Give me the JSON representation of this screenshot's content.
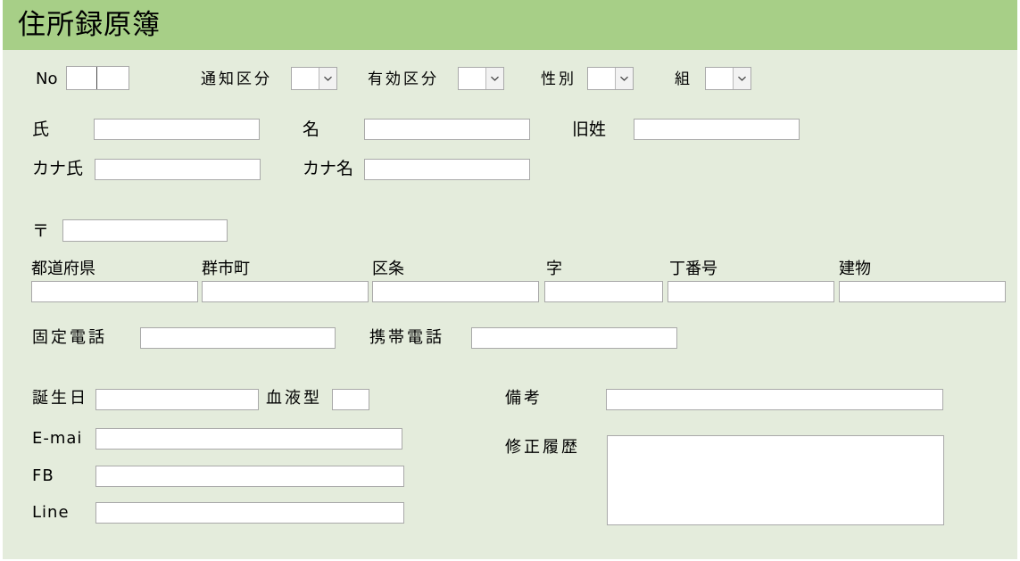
{
  "window": {
    "title": "住所録原簿",
    "header_color": "#a7cf87",
    "body_color": "#e4ecdc",
    "field_border_color": "#a9a9a9"
  },
  "form": {
    "row_identity": {
      "no": {
        "label": "No",
        "value_left": "",
        "value_right": ""
      },
      "notice_class": {
        "label": "通知区分",
        "value": "",
        "icon": "chevron-down-icon"
      },
      "valid_class": {
        "label": "有効区分",
        "value": "",
        "icon": "chevron-down-icon"
      },
      "gender": {
        "label": "性別",
        "value": "",
        "icon": "chevron-down-icon"
      },
      "group": {
        "label": "組",
        "value": "",
        "icon": "chevron-down-icon"
      }
    },
    "row_name": {
      "surname": {
        "label": "氏",
        "value": ""
      },
      "given_name": {
        "label": "名",
        "value": ""
      },
      "maiden_name": {
        "label": "旧姓",
        "value": ""
      }
    },
    "row_kana": {
      "kana_surname": {
        "label": "カナ氏",
        "value": ""
      },
      "kana_given": {
        "label": "カナ名",
        "value": ""
      }
    },
    "row_postal": {
      "postal": {
        "label": "〒",
        "value": ""
      }
    },
    "row_address": {
      "prefecture": {
        "label": "都道府県",
        "value": ""
      },
      "city": {
        "label": "群市町",
        "value": ""
      },
      "ward": {
        "label": "区条",
        "value": ""
      },
      "section": {
        "label": "字",
        "value": ""
      },
      "block_no": {
        "label": "丁番号",
        "value": ""
      },
      "building": {
        "label": "建物",
        "value": ""
      }
    },
    "row_phone": {
      "landline": {
        "label": "固定電話",
        "value": ""
      },
      "mobile": {
        "label": "携帯電話",
        "value": ""
      }
    },
    "row_birth": {
      "birthday": {
        "label": "誕生日",
        "value": ""
      },
      "blood_type": {
        "label": "血液型",
        "value": ""
      }
    },
    "row_contacts": {
      "email": {
        "label": "E-mai",
        "value": ""
      },
      "fb": {
        "label": "FB",
        "value": ""
      },
      "line": {
        "label": "Line",
        "value": ""
      }
    },
    "row_notes": {
      "remarks": {
        "label": "備考",
        "value": ""
      },
      "revision_history": {
        "label": "修正履歴",
        "value": ""
      }
    }
  }
}
